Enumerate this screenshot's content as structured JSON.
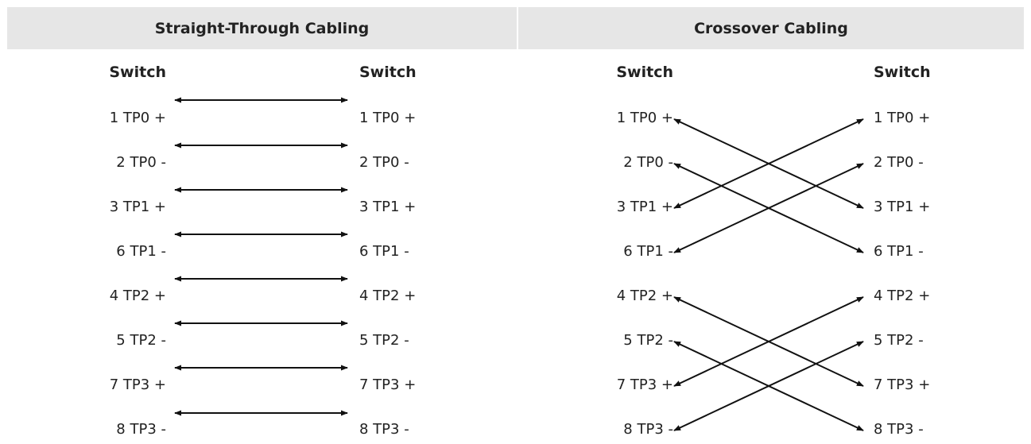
{
  "straight": {
    "title": "Straight-Through Cabling",
    "left_header": "Switch",
    "right_header": "Switch",
    "left_pins": [
      "1 TP0 +",
      "2 TP0 -",
      "3 TP1 +",
      "6 TP1 -",
      "4 TP2 +",
      "5 TP2 -",
      "7 TP3 +",
      "8 TP3 -"
    ],
    "right_pins": [
      "1 TP0 +",
      "2 TP0 -",
      "3 TP1 +",
      "6 TP1 -",
      "4 TP2 +",
      "5 TP2 -",
      "7 TP3 +",
      "8 TP3 -"
    ]
  },
  "crossover": {
    "title": "Crossover Cabling",
    "left_header": "Switch",
    "right_header": "Switch",
    "left_pins": [
      "1 TP0 +",
      "2 TP0 -",
      "3 TP1 +",
      "6 TP1 -",
      "4 TP2 +",
      "5 TP2 -",
      "7 TP3 +",
      "8 TP3 -"
    ],
    "right_pins": [
      "1 TP0 +",
      "2 TP0 -",
      "3 TP1 +",
      "6 TP1 -",
      "4 TP2 +",
      "5 TP2 -",
      "7 TP3 +",
      "8 TP3 -"
    ]
  },
  "colors": {
    "header_bg": "#e6e6e6",
    "line": "#111111"
  }
}
